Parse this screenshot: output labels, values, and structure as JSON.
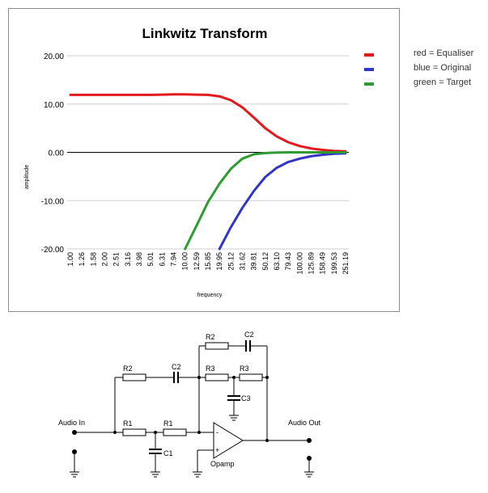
{
  "chart_data": {
    "type": "line",
    "title": "Linkwitz Transform",
    "xlabel": "frequency",
    "ylabel": "amplitude",
    "ylim": [
      -20,
      20
    ],
    "yticks": [
      "20.00",
      "10.00",
      "0.00",
      "-10.00",
      "-20.00"
    ],
    "grid": true,
    "legend_position": "right",
    "categories": [
      "1.00",
      "1.26",
      "1.58",
      "2.00",
      "2.51",
      "3.16",
      "3.98",
      "5.01",
      "6.31",
      "7.94",
      "10.00",
      "12.59",
      "15.85",
      "19.95",
      "25.12",
      "31.62",
      "39.81",
      "50.12",
      "63.10",
      "79.43",
      "100.00",
      "125.89",
      "158.49",
      "199.53",
      "251.19"
    ],
    "series": [
      {
        "name": "red",
        "color": "#e31a1c",
        "values": [
          11.9,
          11.9,
          11.9,
          11.9,
          11.9,
          11.9,
          11.9,
          11.9,
          11.95,
          12.0,
          12.0,
          11.95,
          11.9,
          11.6,
          10.8,
          9.3,
          7.2,
          5.0,
          3.3,
          2.1,
          1.3,
          0.8,
          0.5,
          0.3,
          0.2
        ]
      },
      {
        "name": "blue",
        "color": "#3336c4",
        "values": [
          null,
          null,
          null,
          null,
          null,
          null,
          null,
          null,
          null,
          null,
          null,
          null,
          null,
          -20.3,
          -15.5,
          -11.5,
          -8.0,
          -5.1,
          -3.2,
          -2.0,
          -1.3,
          -0.8,
          -0.5,
          -0.3,
          -0.2
        ]
      },
      {
        "name": "green",
        "color": "#2e9b33",
        "values": [
          null,
          null,
          null,
          null,
          null,
          null,
          null,
          null,
          null,
          null,
          -20.3,
          -15.2,
          -10.3,
          -6.5,
          -3.4,
          -1.3,
          -0.4,
          -0.15,
          -0.05,
          0.0,
          0.0,
          0.0,
          0.0,
          0.0,
          0.0
        ]
      }
    ]
  },
  "legend": [
    {
      "label": "red = Equaliser",
      "color": "#e31a1c"
    },
    {
      "label": "blue = Original",
      "color": "#3336c4"
    },
    {
      "label": "green = Target",
      "color": "#2e9b33"
    }
  ],
  "circuit": {
    "audio_in": "Audio In",
    "audio_out": "Audio Out",
    "opamp": "Opamp",
    "r1": "R1",
    "r2": "R2",
    "r3": "R3",
    "c1": "C1",
    "c2": "C2",
    "c3": "C3",
    "minus": "-",
    "plus": "+"
  }
}
